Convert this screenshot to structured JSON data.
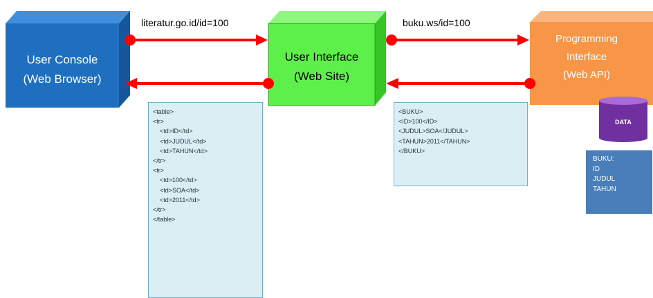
{
  "nodes": {
    "console": {
      "line1": "User Console",
      "line2": "(Web Browser)",
      "color": "#1f6fc0"
    },
    "ui": {
      "line1": "User Interface",
      "line2": "(Web Site)",
      "color": "#5ef04a"
    },
    "api": {
      "line1": "Programming",
      "line2": "Interface",
      "line3": "(Web API)",
      "color": "#f79646"
    },
    "data": {
      "label": "DATA",
      "color": "#7030a0"
    }
  },
  "requests": {
    "browser_to_ui": "literatur.go.id/id=100",
    "ui_to_api": "buku.ws/id=100"
  },
  "html_panel": {
    "lines": [
      "<table>",
      "<tr>",
      "    <td>ID</td>",
      "    <td>JUDUL</td>",
      "    <td>TAHUN</td>",
      "</tr>",
      "<tr>",
      "    <td>100</td>",
      "    <td>SOA</td>",
      "    <td>2011</td>",
      "</tr>",
      "</table>"
    ]
  },
  "xml_panel": {
    "lines": [
      "<BUKU>",
      "<ID>100</ID>",
      "<JUDUL>SOA</JUDUL>",
      "<TAHUN>2011</TAHUN>",
      "</BUKU>"
    ]
  },
  "fields_panel": {
    "lines": [
      "BUKU:",
      "ID",
      "JUDUL",
      "TAHUN"
    ]
  },
  "arrow_color": "#ff0000"
}
